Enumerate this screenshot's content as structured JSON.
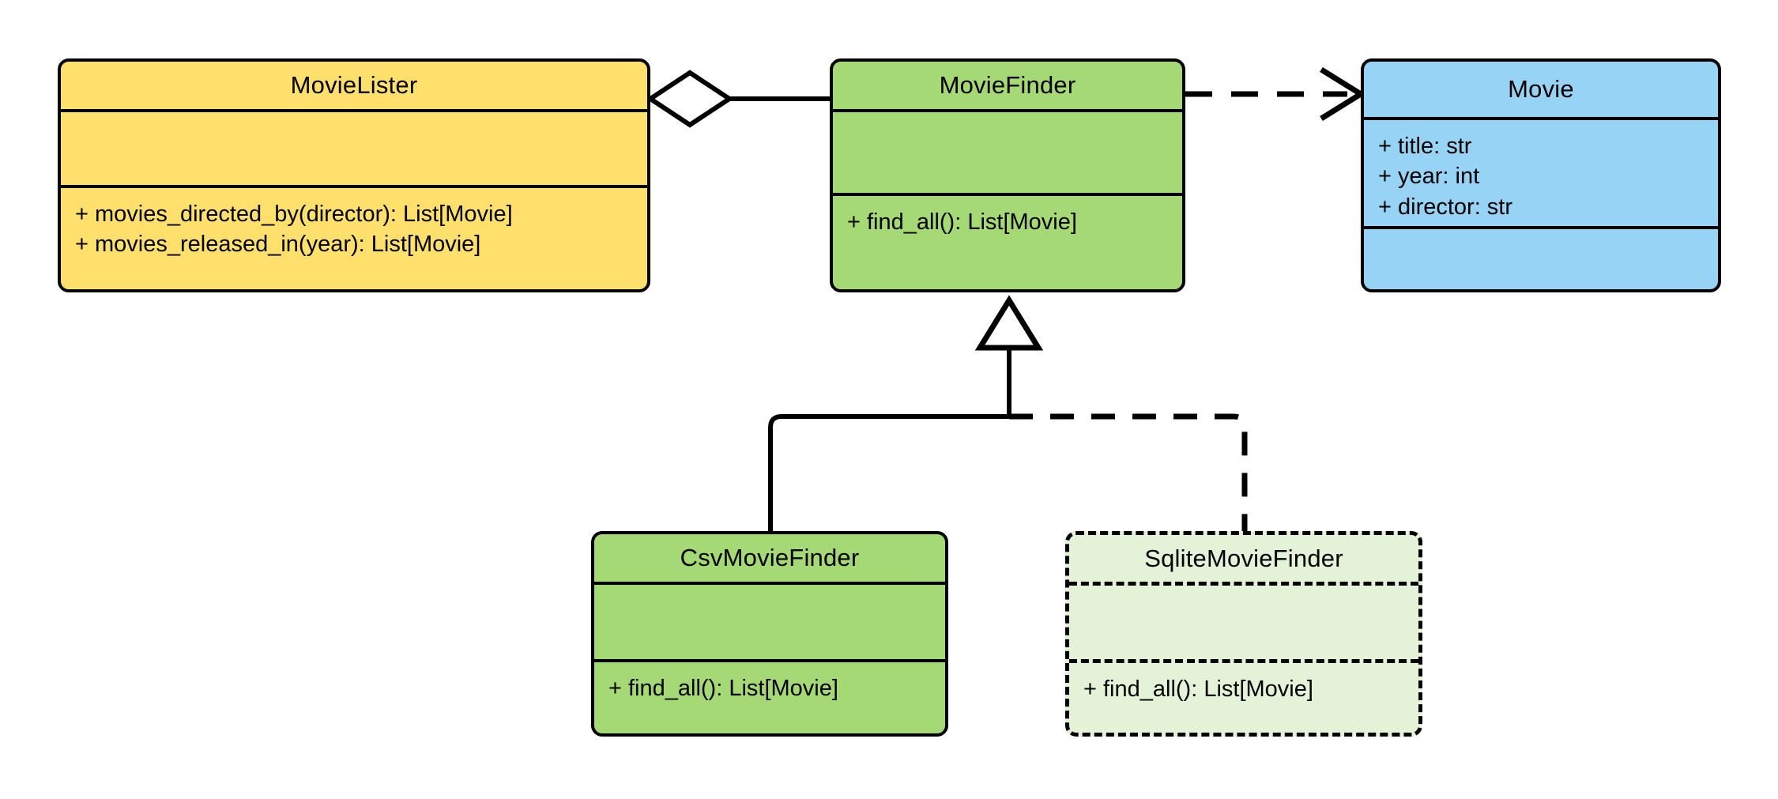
{
  "diagram": {
    "type": "uml-class-diagram",
    "title": "",
    "background": "#ffffff",
    "line_color": "#000000"
  },
  "colors": {
    "lister_fill": "#ffe06c",
    "finder_fill": "#a5d976",
    "movie_fill": "#96d3f5",
    "sqlite_fill": "#e4f2d8",
    "stroke": "#000000"
  },
  "classes": [
    {
      "id": "movielister",
      "name": "MovieLister",
      "fill": "#ffe06c",
      "border_style": "solid",
      "attributes": [],
      "methods": [
        "+ movies_directed_by(director): List[Movie]",
        "+ movies_released_in(year): List[Movie]"
      ]
    },
    {
      "id": "moviefinder",
      "name": "MovieFinder",
      "fill": "#a5d976",
      "border_style": "solid",
      "attributes": [],
      "methods": [
        "+ find_all(): List[Movie]"
      ]
    },
    {
      "id": "movie",
      "name": "Movie",
      "fill": "#96d3f5",
      "border_style": "solid",
      "attributes": [
        "+ title: str",
        "+ year: int",
        "+ director: str"
      ],
      "methods": []
    },
    {
      "id": "csvmoviefinder",
      "name": "CsvMovieFinder",
      "fill": "#a5d976",
      "border_style": "solid",
      "attributes": [],
      "methods": [
        "+ find_all(): List[Movie]"
      ]
    },
    {
      "id": "sqlitemoviefinder",
      "name": "SqliteMovieFinder",
      "fill": "#e4f2d8",
      "border_style": "dashed",
      "attributes": [],
      "methods": [
        "+ find_all(): List[Movie]"
      ]
    }
  ],
  "relationships": [
    {
      "id": "lister-aggregates-finder",
      "kind": "aggregation",
      "from": "MovieLister",
      "to": "MovieFinder",
      "line_style": "solid",
      "end_marker": "hollow-diamond",
      "label": ""
    },
    {
      "id": "finder-depends-movie",
      "kind": "dependency",
      "from": "MovieFinder",
      "to": "Movie",
      "line_style": "dashed",
      "end_marker": "open-arrow",
      "label": ""
    },
    {
      "id": "csv-realizes-finder",
      "kind": "generalization",
      "from": "CsvMovieFinder",
      "to": "MovieFinder",
      "line_style": "solid",
      "end_marker": "hollow-triangle",
      "label": ""
    },
    {
      "id": "sqlite-realizes-finder",
      "kind": "realization",
      "from": "SqliteMovieFinder",
      "to": "MovieFinder",
      "line_style": "dashed",
      "end_marker": "hollow-triangle",
      "label": ""
    }
  ]
}
